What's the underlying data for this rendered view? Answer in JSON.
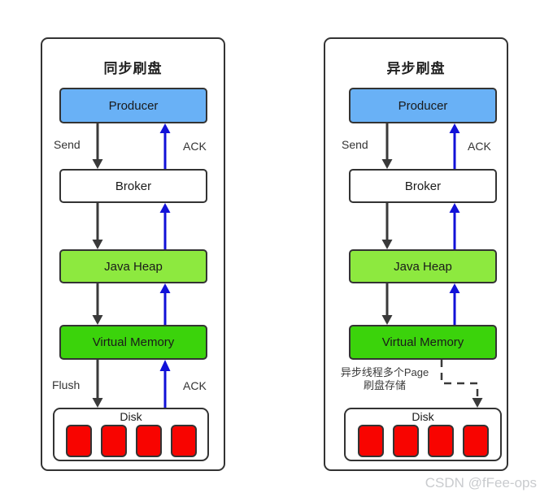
{
  "watermark": "CSDN @fFee-ops",
  "colors": {
    "producer_fill": "#69b1f6",
    "java_heap_fill": "#8de93f",
    "virtual_memory_fill": "#3bd30b",
    "disk_cell_fill": "#f80400",
    "arrow_down": "#3a3a3a",
    "arrow_up": "#1111d8",
    "box_border": "#333333"
  },
  "panels": [
    {
      "title": "同步刷盘",
      "nodes": {
        "producer": "Producer",
        "broker": "Broker",
        "java_heap": "Java Heap",
        "virtual_memory": "Virtual Memory",
        "disk": "Disk"
      },
      "labels": {
        "send": "Send",
        "ack_top": "ACK",
        "flush": "Flush",
        "ack_bottom": "ACK"
      }
    },
    {
      "title": "异步刷盘",
      "nodes": {
        "producer": "Producer",
        "broker": "Broker",
        "java_heap": "Java Heap",
        "virtual_memory": "Virtual Memory",
        "disk": "Disk"
      },
      "labels": {
        "send": "Send",
        "ack_top": "ACK",
        "async_note_line1": "异步线程多个Page",
        "async_note_line2": "刷盘存储"
      }
    }
  ]
}
